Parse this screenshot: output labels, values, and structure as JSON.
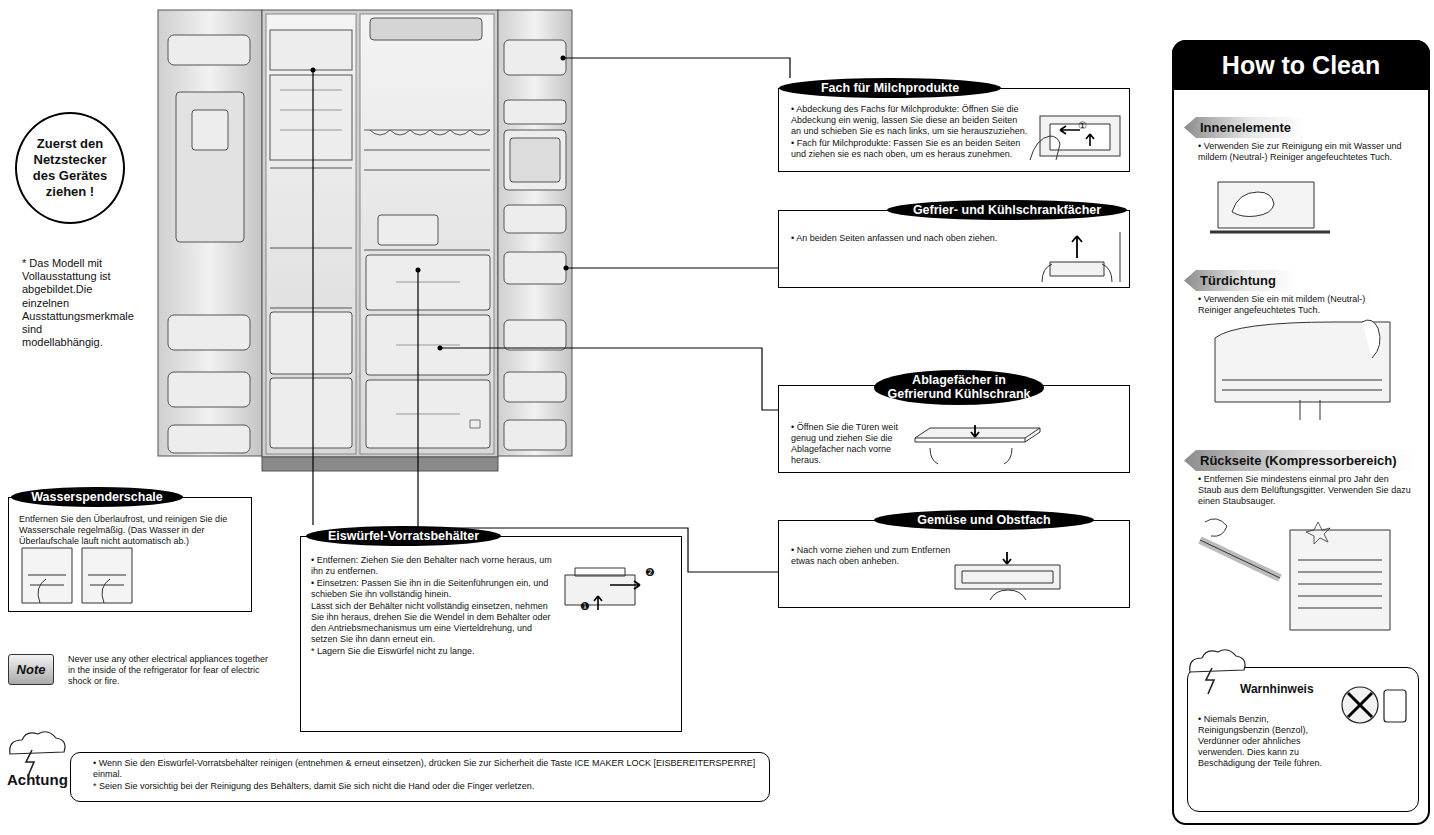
{
  "diagram": {
    "nodes": [
      {
        "text": [
          "Zuerst den Netzstecker des Gerätes ziehen !"
        ]
      },
      {
        "text": [
          "Fach für Milchprodukte",
          "• Abdeckung des Fachs für Milchprodukte: Öffnen Sie die Abdeckung ein wenig, lassen Sie diese an beiden Seiten an und schieben Sie es nach links, um sie herauszuziehen.",
          "• Fach für Milchprodukte: Fassen Sie es an beiden Seiten und ziehen sie es nach oben, um es heraus zunehmen."
        ]
      },
      {
        "text": [
          "Gefrier- und Kühlschrankfächer",
          "• An beiden Seiten anfassen und nach oben ziehen."
        ]
      },
      {
        "text": [
          "Ablagefächer in Gefrierund Kühlschrank",
          "• Öffnen Sie die Türen weit genug und ziehen Sie die Ablagefächer nach vorne heraus."
        ]
      },
      {
        "text": [
          "Gemüse und Obstfach",
          "• Nach vorne ziehen und zum Entfernen etwas nach oben anheben."
        ]
      },
      {
        "text": [
          "How to Clean"
        ]
      },
      {
        "text": [
          "Innenelemente",
          "• Verwenden Sie zur Reinigung ein mit Wasser und mildem (Neutral-) Reiniger angefeuchtetes Tuch."
        ],
        "in": 5
      },
      {
        "text": [
          "Türdichtung",
          "• Verwenden Sie ein mit mildem (Neutral-) Reiniger angefeuchtetes Tuch."
        ],
        "in": 5
      },
      {
        "text": [
          "Rückseite (Kompressorbereich)",
          "• Entfernen Sie mindestens einmal pro Jahr den Staub aus dem Belüftungsgitter. Verwenden Sie dazu einen Staubsauger."
        ],
        "in": 5
      },
      {
        "text": [
          "Warnhinweis",
          "• Niemals Benzin, Reinigungsbenzin (Benzol), Verdünner oder ähnliches verwenden. Dies kann zu Beschädigung der Teile führen."
        ],
        "in": 5
      },
      {
        "text": [
          "Wasserspenderschale",
          "Entfernen Sie den Überlaufrost, und reinigen Sie die Wasserschale regelmäßig. (Das Wasser in der Überlaufschale läuft nicht automatisch ab.)"
        ]
      },
      {
        "text": [
          "Eiswürfel-Vorratsbehälter",
          "• Entfernen: Ziehen Sie den Behälter nach vorne heraus, um ihn zu entfernen.",
          "• Einsetzen: Passen Sie ihn in die Seitenführungen ein, und schieben Sie ihn vollständig hinein.",
          "Lässt sich der Behälter nicht vollständig einsetzen, nehmen Sie ihn heraus, drehen Sie die Wendel in dem Behälter oder den Antriebsmechanismus um eine Vierteldrehung, und setzen Sie ihn dann erneut ein.",
          "* Lagern Sie die Eiswürfel nicht zu lange."
        ]
      },
      {
        "text": [
          "Note",
          "Never use any other electrical appliances together in the inside of the refrigerator for fear of electric shock or fire."
        ]
      },
      {
        "text": [
          "Achtung",
          "• Wenn Sie den Eiswürfel-Vorratsbehälter reinigen (entnehmen & erneut einsetzen), drücken Sie zur Sicherheit die Taste ICE MAKER LOCK [EISBEREITERSPERRE] einmal.",
          "* Seien Sie vorsichtig bei der Reinigung des Behälters, damit Sie sich nicht die Hand oder die Finger verletzen."
        ]
      }
    ],
    "labels": [
      "* Das Modell mit Vollausstattung ist abgebildet.Die einzelnen Ausstattungsmerkmale sind modellabhängig.",
      "①",
      "❷",
      "❶"
    ]
  }
}
